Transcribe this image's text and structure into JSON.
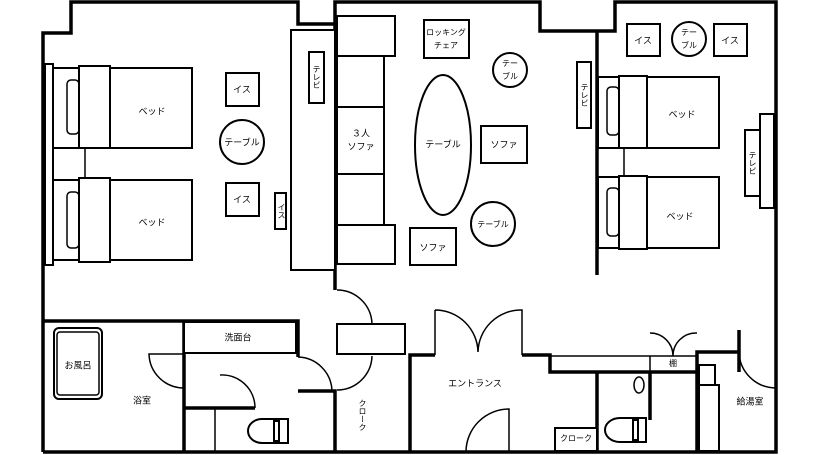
{
  "labels": {
    "bed": "ベッド",
    "chair": "イス",
    "table": "テーブル",
    "table_line1": "テー",
    "table_line2": "ブル",
    "tv": "テレビ",
    "sofa": "ソファ",
    "sofa3_line1": "３人",
    "sofa3_line2": "ソファ",
    "rocking_line1": "ロッキング",
    "rocking_line2": "チェア",
    "bathtub": "お風呂",
    "bathroom": "浴室",
    "washbasin": "洗面台",
    "cloak": "クローク",
    "entrance": "エントランス",
    "shelf": "棚",
    "pantry": "給湯室"
  }
}
